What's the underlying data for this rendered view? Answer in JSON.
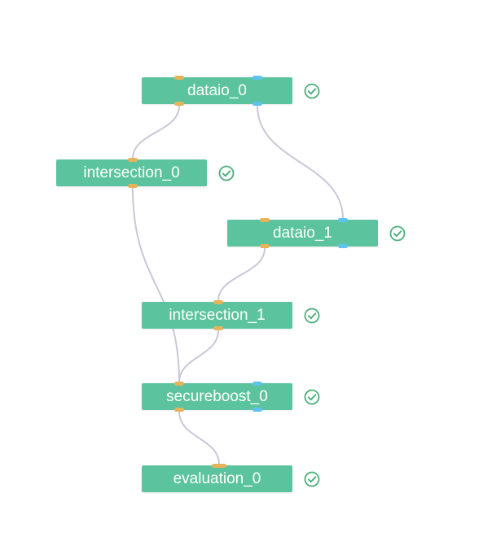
{
  "colors": {
    "node_fill": "#5bc49f",
    "node_text": "#ffffff",
    "data_port": "#e6b25a",
    "model_port": "#5ec3ee",
    "edge": "#c8c8d8",
    "status_icon": "#4caf7a"
  },
  "nodes": [
    {
      "id": "dataio_0",
      "label": "dataio_0",
      "status_icon": "check-circle-icon"
    },
    {
      "id": "intersection_0",
      "label": "intersection_0",
      "status_icon": "check-circle-icon"
    },
    {
      "id": "dataio_1",
      "label": "dataio_1",
      "status_icon": "check-circle-icon"
    },
    {
      "id": "intersection_1",
      "label": "intersection_1",
      "status_icon": "check-circle-icon"
    },
    {
      "id": "secureboost_0",
      "label": "secureboost_0",
      "status_icon": "check-circle-icon"
    },
    {
      "id": "evaluation_0",
      "label": "evaluation_0",
      "status_icon": "check-circle-icon"
    }
  ],
  "edges": [
    {
      "from": "dataio_0",
      "to": "intersection_0",
      "kind": "data"
    },
    {
      "from": "dataio_0",
      "to": "dataio_1",
      "kind": "model"
    },
    {
      "from": "dataio_1",
      "to": "intersection_1",
      "kind": "data"
    },
    {
      "from": "intersection_0",
      "to": "secureboost_0",
      "kind": "data"
    },
    {
      "from": "intersection_1",
      "to": "secureboost_0",
      "kind": "data"
    },
    {
      "from": "secureboost_0",
      "to": "evaluation_0",
      "kind": "data"
    }
  ]
}
